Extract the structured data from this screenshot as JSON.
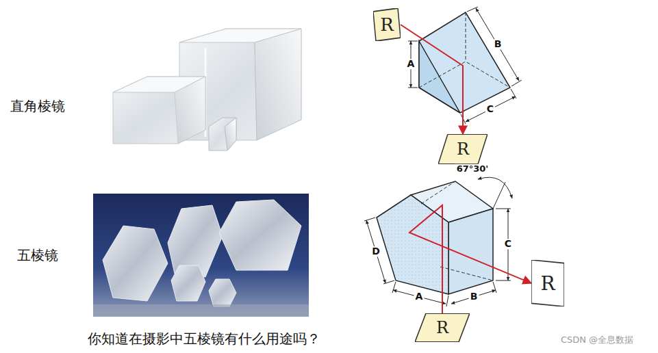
{
  "diagram": {
    "nodes": [
      {
        "text": [
          "R"
        ]
      },
      {
        "text": [
          "R"
        ]
      },
      {
        "text": [
          "R"
        ]
      },
      {
        "text": [
          "R"
        ]
      }
    ],
    "edges": [
      {
        "from": 0,
        "to": 1,
        "arrow": "to"
      },
      {
        "from": 3,
        "to": 2,
        "arrow": "to"
      }
    ],
    "labels": [
      "直角棱镜",
      "A",
      "B",
      "C",
      "67°30'",
      "五棱镜",
      "D",
      "C",
      "A",
      "B",
      "你知道在摄影中五棱镜有什么用途吗？",
      "CSDN @全息数据"
    ]
  }
}
